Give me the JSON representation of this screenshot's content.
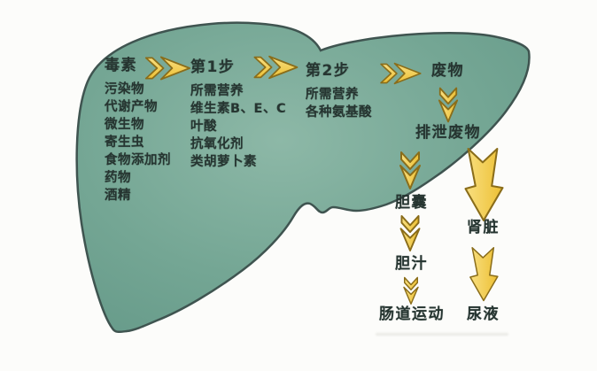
{
  "colors": {
    "background": "#fcfcfa",
    "text": "#263531",
    "liver_fill": "#74a694",
    "liver_fill_light": "#8db8a7",
    "liver_fill_dark": "#679b8a",
    "liver_outline": "#3f5450",
    "arrow_fill": "#edc034",
    "arrow_fill_light": "#f8df80",
    "arrow_outline": "#8a6d1a"
  },
  "toxins": {
    "header": "毒素",
    "items": [
      "污染物",
      "代谢产物",
      "微生物",
      "寄生虫",
      "食物添加剂",
      "药物",
      "酒精"
    ]
  },
  "step1": {
    "header": "第1步",
    "items": [
      "所需营养",
      "维生素B、E、C",
      "叶酸",
      "抗氧化剂",
      "类胡萝卜素"
    ]
  },
  "step2": {
    "header": "第2步",
    "items": [
      "所需营养",
      "各种氨基酸"
    ]
  },
  "labels": {
    "waste": "废物",
    "excrete_waste": "排泄废物",
    "gallbladder": "胆囊",
    "bile": "胆汁",
    "intestinal_movement": "肠道运动",
    "kidney": "肾脏",
    "urine": "尿液"
  },
  "icons": {
    "flow_arrow_right": "➤",
    "flow_arrow_down": "⬇",
    "flow_arrow_down_big": "⬇"
  }
}
